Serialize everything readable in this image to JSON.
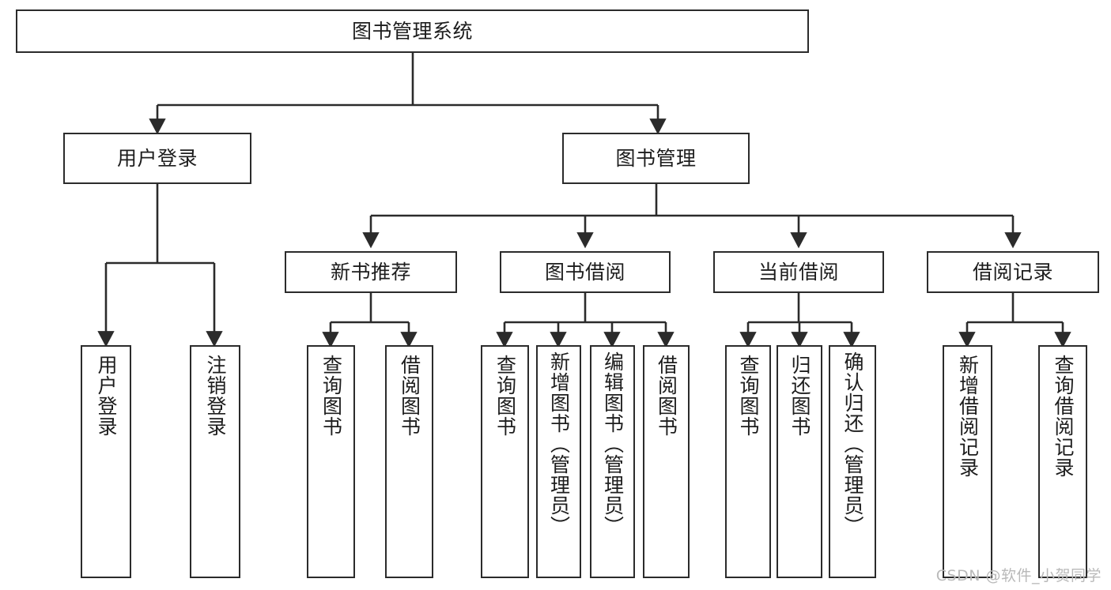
{
  "diagram": {
    "type": "tree-hierarchy",
    "title": "图书管理系统",
    "watermark": "CSDN @软件_小贺同学",
    "colors": {
      "stroke": "#2b2b2b",
      "fill": "#ffffff",
      "text": "#1d1d1d",
      "watermark": "#b9b9b9"
    },
    "root": {
      "label": "图书管理系统"
    },
    "level1": [
      {
        "label": "用户登录"
      },
      {
        "label": "图书管理"
      }
    ],
    "level2": [
      {
        "label": "新书推荐"
      },
      {
        "label": "图书借阅"
      },
      {
        "label": "当前借阅"
      },
      {
        "label": "借阅记录"
      }
    ],
    "leaves": {
      "user_login": [
        {
          "label": "用户登录"
        },
        {
          "label": "注销登录"
        }
      ],
      "new_book": [
        {
          "label": "查询图书"
        },
        {
          "label": "借阅图书"
        }
      ],
      "book_borrow": [
        {
          "label": "查询图书"
        },
        {
          "label": "新增图书（管理员）"
        },
        {
          "label": "编辑图书（管理员）"
        },
        {
          "label": "借阅图书"
        }
      ],
      "current_borrow": [
        {
          "label": "查询图书"
        },
        {
          "label": "归还图书"
        },
        {
          "label": "确认归还（管理员）"
        }
      ],
      "borrow_record": [
        {
          "label": "新增借阅记录"
        },
        {
          "label": "查询借阅记录"
        }
      ]
    }
  }
}
